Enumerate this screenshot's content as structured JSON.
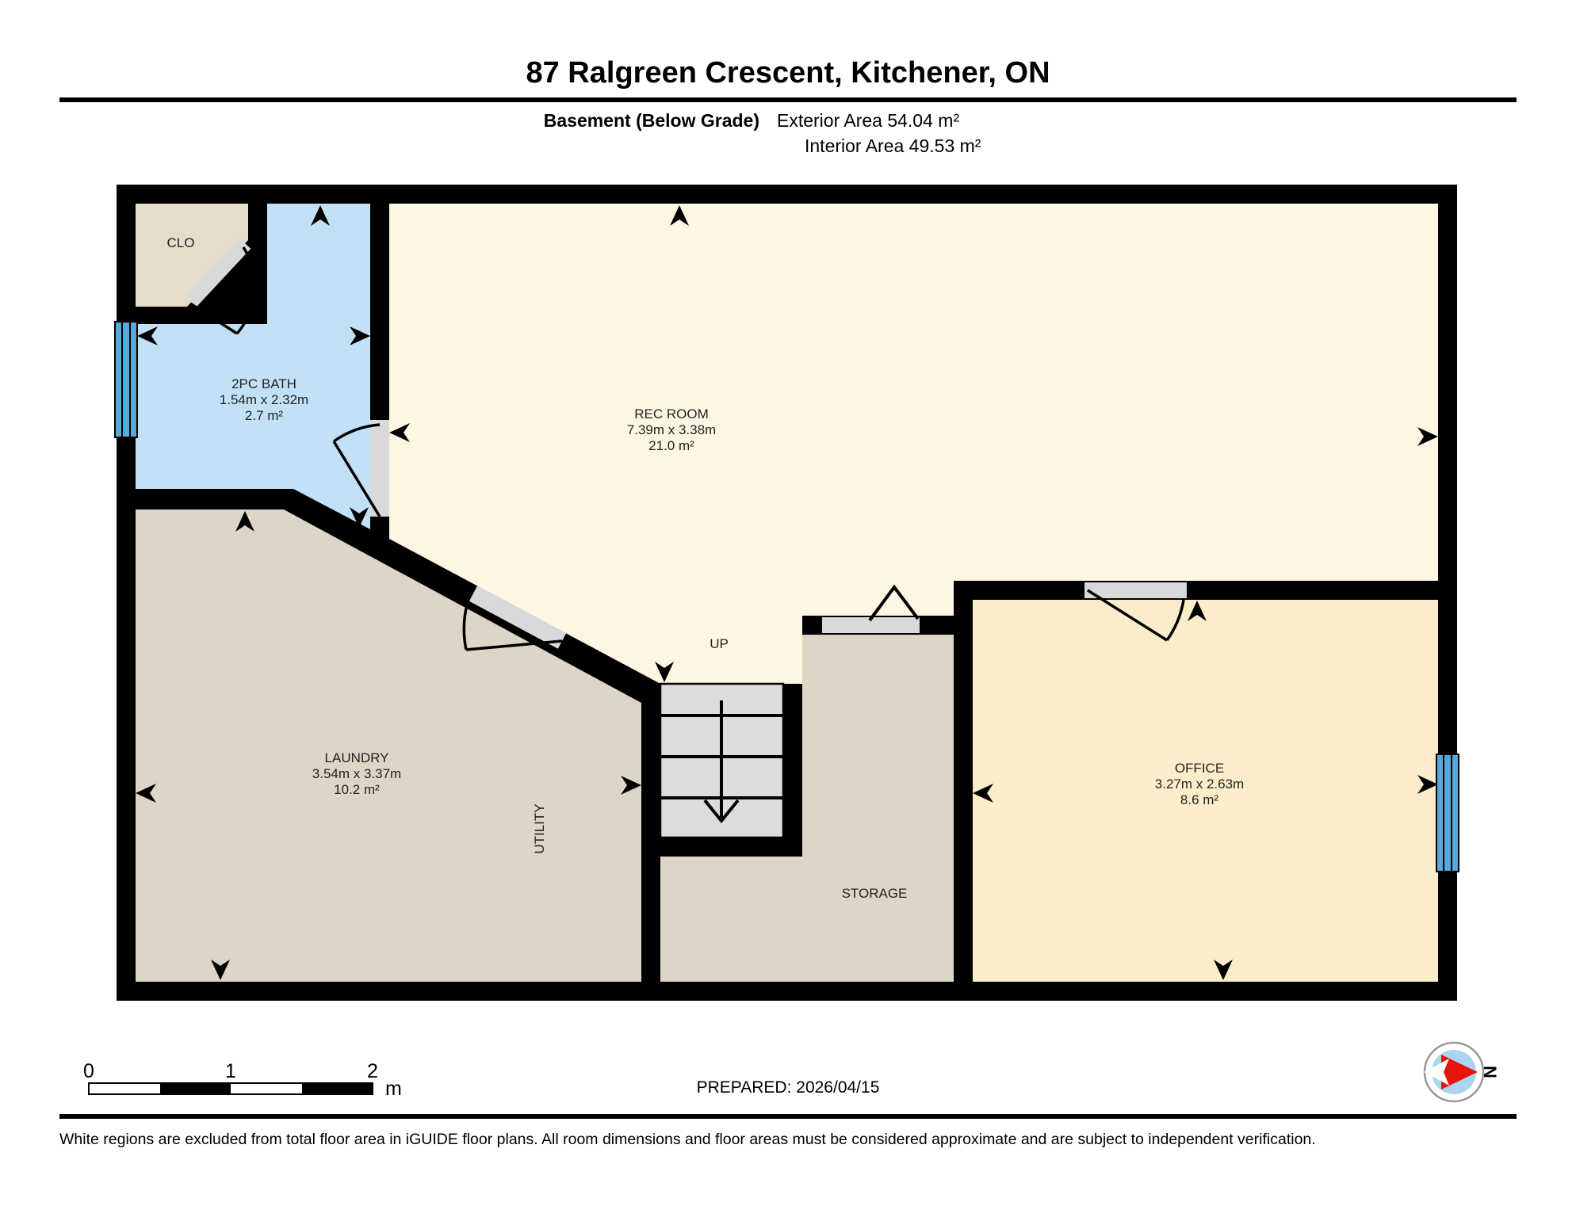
{
  "header": {
    "title": "87 Ralgreen Crescent, Kitchener, ON"
  },
  "subtitle": {
    "floor_label": "Basement (Below Grade)",
    "exterior_area": "Exterior Area 54.04 m²",
    "interior_area": "Interior Area 49.53 m²"
  },
  "rooms": {
    "clo": {
      "name": "CLO"
    },
    "bath": {
      "name": "2PC BATH",
      "dimensions": "1.54m x 2.32m",
      "area": "2.7 m²"
    },
    "rec_room": {
      "name": "REC ROOM",
      "dimensions": "7.39m x 3.38m",
      "area": "21.0 m²"
    },
    "laundry": {
      "name": "LAUNDRY",
      "dimensions": "3.54m x 3.37m",
      "area": "10.2 m²"
    },
    "utility": {
      "name": "UTILITY"
    },
    "storage": {
      "name": "STORAGE"
    },
    "office": {
      "name": "OFFICE",
      "dimensions": "3.27m x 2.63m",
      "area": "8.6 m²"
    },
    "stairs": {
      "label": "UP"
    }
  },
  "scale_bar": {
    "tick0": "0",
    "tick1": "1",
    "tick2": "2",
    "unit": "m"
  },
  "footer": {
    "prepared": "PREPARED: 2026/04/15",
    "disclaimer": "White regions are excluded from total floor area in iGUIDE floor plans. All room dimensions and floor areas must be considered approximate and are subject to independent verification.",
    "compass_north": "N"
  },
  "colors": {
    "wall": "#000000",
    "rec_room": "#fdf6e3",
    "office": "#fcedca",
    "laundry": "#ddd5c5",
    "storage": "#ddd5c5",
    "clo": "#e5ddca",
    "bath": "#c3e1f6",
    "window": "#57a9da",
    "door": "#d9d9d9",
    "stairs": "#dcdcdc",
    "compass_blue": "#a9d5f0",
    "compass_red": "#e8140c"
  }
}
